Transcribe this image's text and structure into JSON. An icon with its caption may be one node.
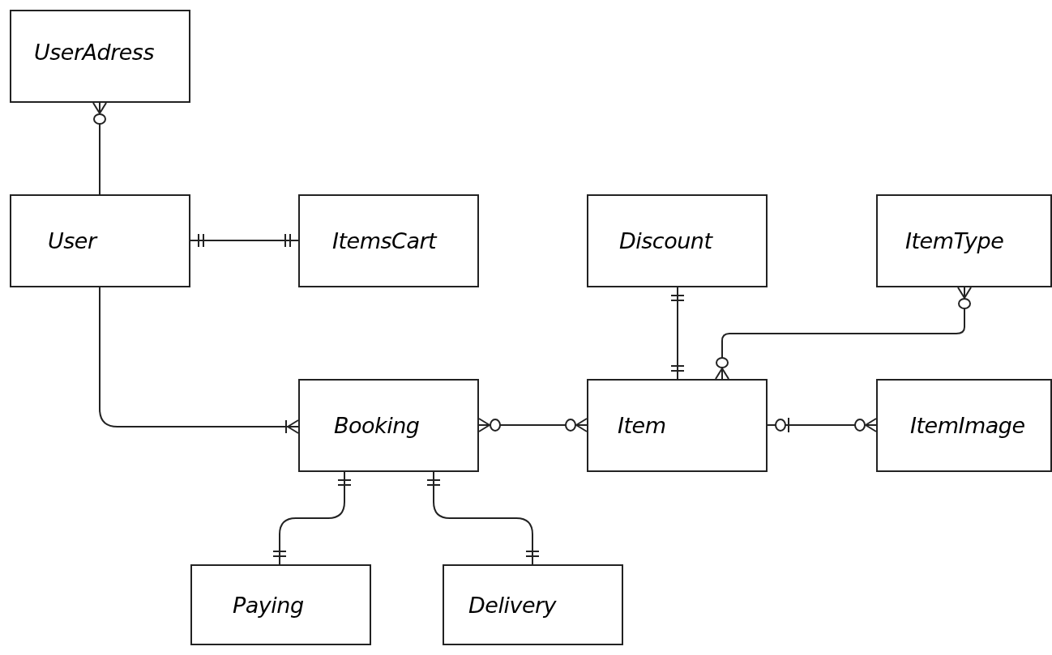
{
  "diagram": {
    "nodes": [
      {
        "text": [
          "UserAdress"
        ]
      },
      {
        "text": [
          "User"
        ]
      },
      {
        "text": [
          "ItemsCart"
        ]
      },
      {
        "text": [
          "Discount"
        ]
      },
      {
        "text": [
          "ItemType"
        ]
      },
      {
        "text": [
          "Booking"
        ]
      },
      {
        "text": [
          "Item"
        ]
      },
      {
        "text": [
          "ItemImage"
        ]
      },
      {
        "text": [
          "Paying"
        ]
      },
      {
        "text": [
          "Delivery"
        ]
      }
    ],
    "edges": [
      {
        "from": 1,
        "to": 0,
        "arrow": "other"
      },
      {
        "from": 1,
        "to": 2,
        "arrow": "other"
      },
      {
        "from": 1,
        "to": 5,
        "arrow": "other"
      },
      {
        "from": 5,
        "to": 6,
        "arrow": "other"
      },
      {
        "from": 3,
        "to": 6,
        "arrow": "other"
      },
      {
        "from": 4,
        "to": 6,
        "arrow": "other"
      },
      {
        "from": 6,
        "to": 7,
        "arrow": "other"
      },
      {
        "from": 5,
        "to": 8,
        "arrow": "other"
      },
      {
        "from": 5,
        "to": 9,
        "arrow": "other"
      }
    ]
  }
}
